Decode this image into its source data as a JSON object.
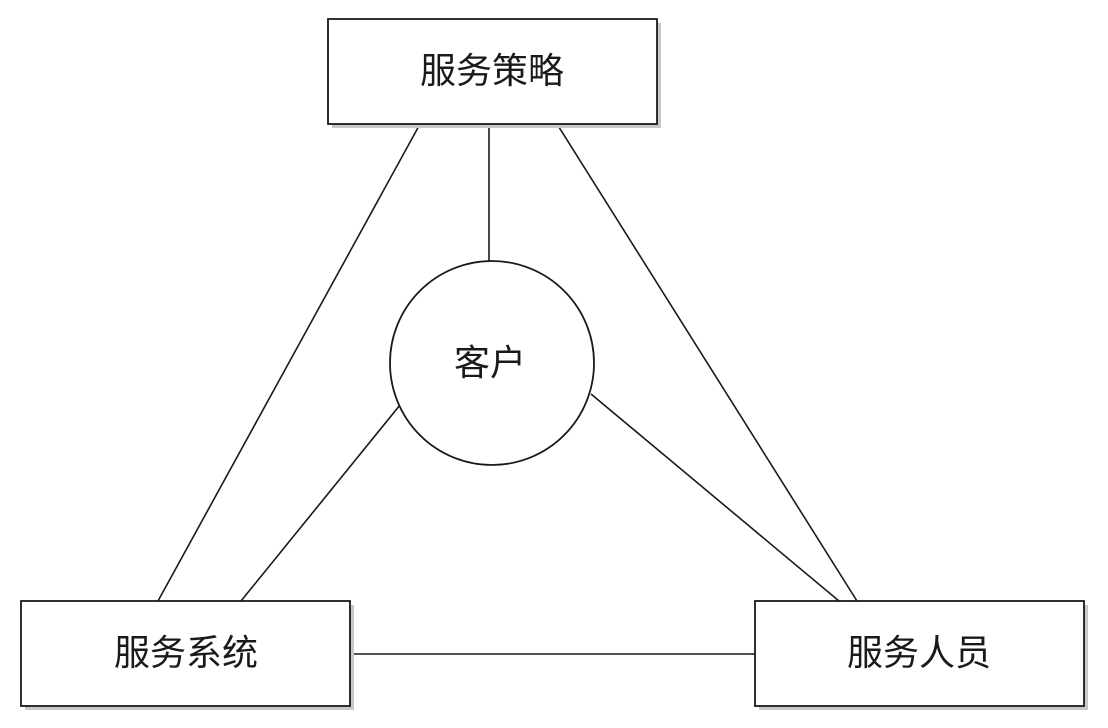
{
  "diagram": {
    "nodes": {
      "strategy": {
        "label": "服务策略"
      },
      "customer": {
        "label": "客户"
      },
      "system": {
        "label": "服务系统"
      },
      "staff": {
        "label": "服务人员"
      }
    }
  }
}
